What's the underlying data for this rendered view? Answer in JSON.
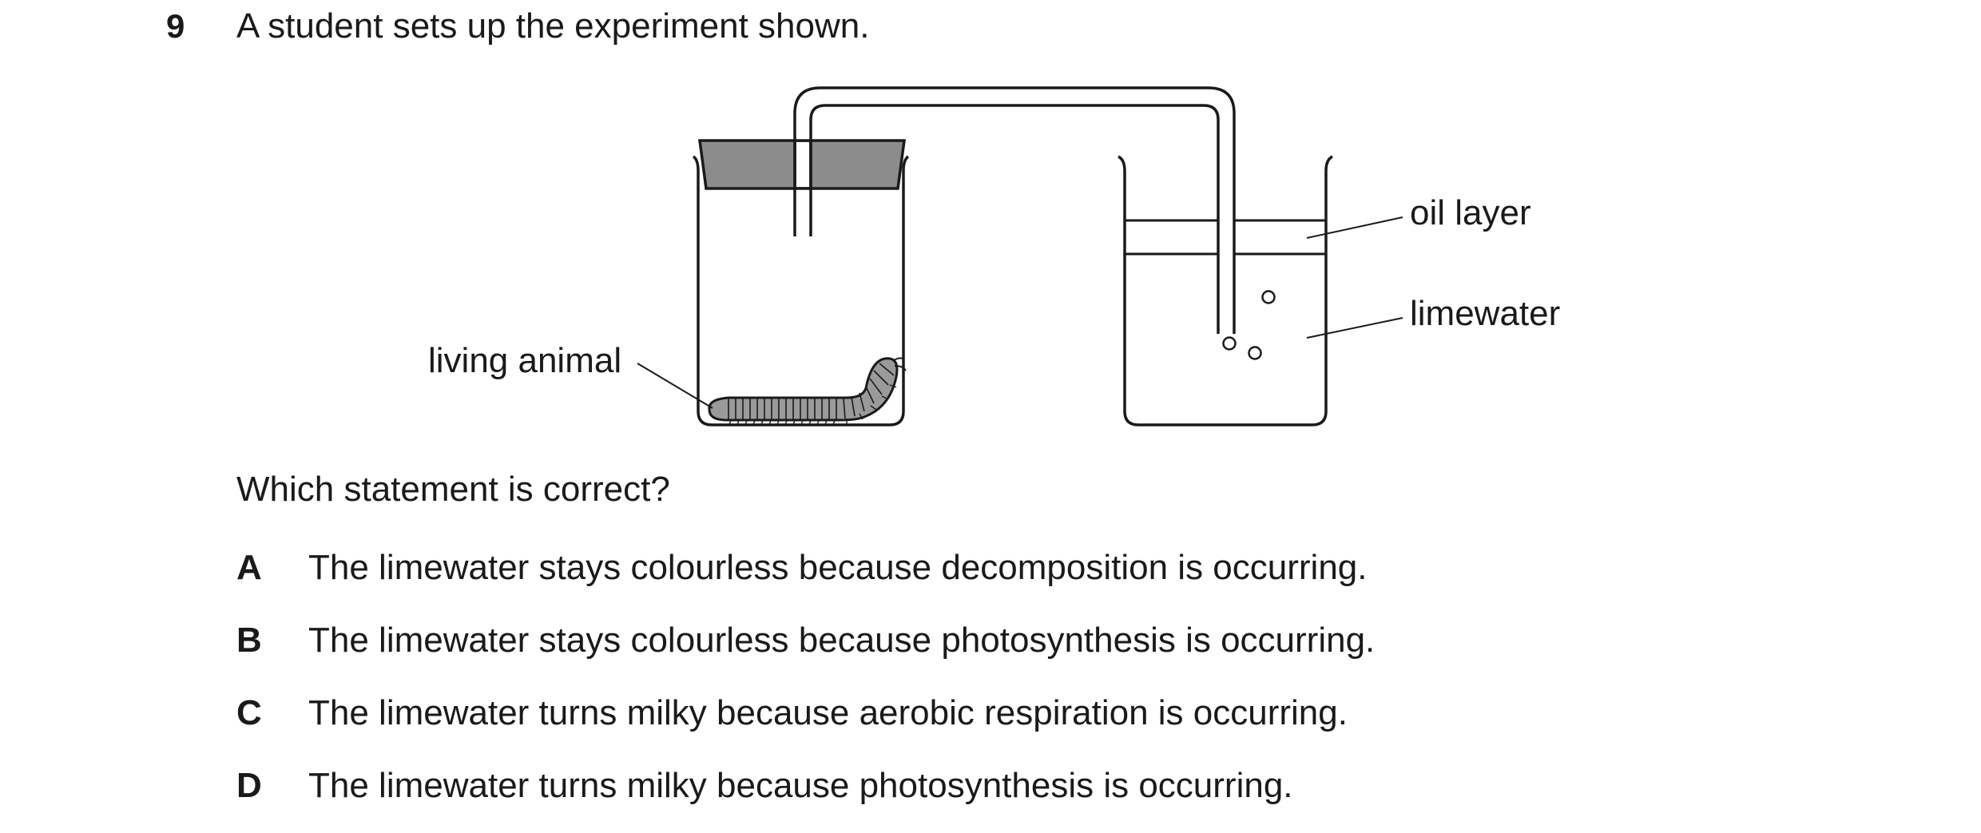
{
  "question": {
    "number": "9",
    "text": "A student sets up the experiment shown."
  },
  "diagram": {
    "labels": {
      "living_animal": "living animal",
      "oil_layer": "oil layer",
      "limewater": "limewater"
    }
  },
  "prompt": "Which statement is correct?",
  "options": [
    {
      "letter": "A",
      "text": "The limewater stays colourless because decomposition is occurring."
    },
    {
      "letter": "B",
      "text": "The limewater stays colourless because photosynthesis is occurring."
    },
    {
      "letter": "C",
      "text": "The limewater turns milky because aerobic respiration is occurring."
    },
    {
      "letter": "D",
      "text": "The limewater turns milky because photosynthesis is occurring."
    }
  ],
  "colors": {
    "stopper": "#8c8c8c",
    "animal_body": "#9a9a9a",
    "line": "#1a1a1a"
  }
}
